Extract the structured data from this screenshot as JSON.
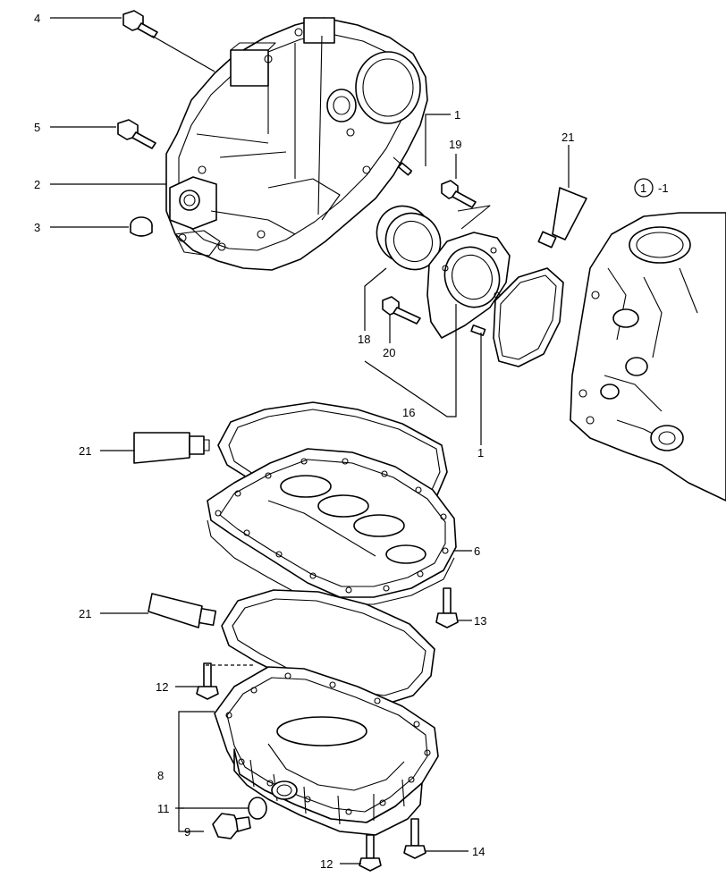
{
  "callouts": [
    {
      "id": "c4",
      "text": "4"
    },
    {
      "id": "c5",
      "text": "5"
    },
    {
      "id": "c2",
      "text": "2"
    },
    {
      "id": "c3",
      "text": "3"
    },
    {
      "id": "c1a",
      "text": "1"
    },
    {
      "id": "c19",
      "text": "19"
    },
    {
      "id": "c21a",
      "text": "21"
    },
    {
      "id": "c1ref",
      "text": "1"
    },
    {
      "id": "c1ref_suffix",
      "text": "-1"
    },
    {
      "id": "c18",
      "text": "18"
    },
    {
      "id": "c20",
      "text": "20"
    },
    {
      "id": "c16",
      "text": "16"
    },
    {
      "id": "c1b",
      "text": "1"
    },
    {
      "id": "c21b",
      "text": "21"
    },
    {
      "id": "c6",
      "text": "6"
    },
    {
      "id": "c13",
      "text": "13"
    },
    {
      "id": "c21c",
      "text": "21"
    },
    {
      "id": "c12a",
      "text": "12"
    },
    {
      "id": "c8",
      "text": "8"
    },
    {
      "id": "c11",
      "text": "11"
    },
    {
      "id": "c9",
      "text": "9"
    },
    {
      "id": "c12b",
      "text": "12"
    },
    {
      "id": "c14",
      "text": "14"
    }
  ]
}
